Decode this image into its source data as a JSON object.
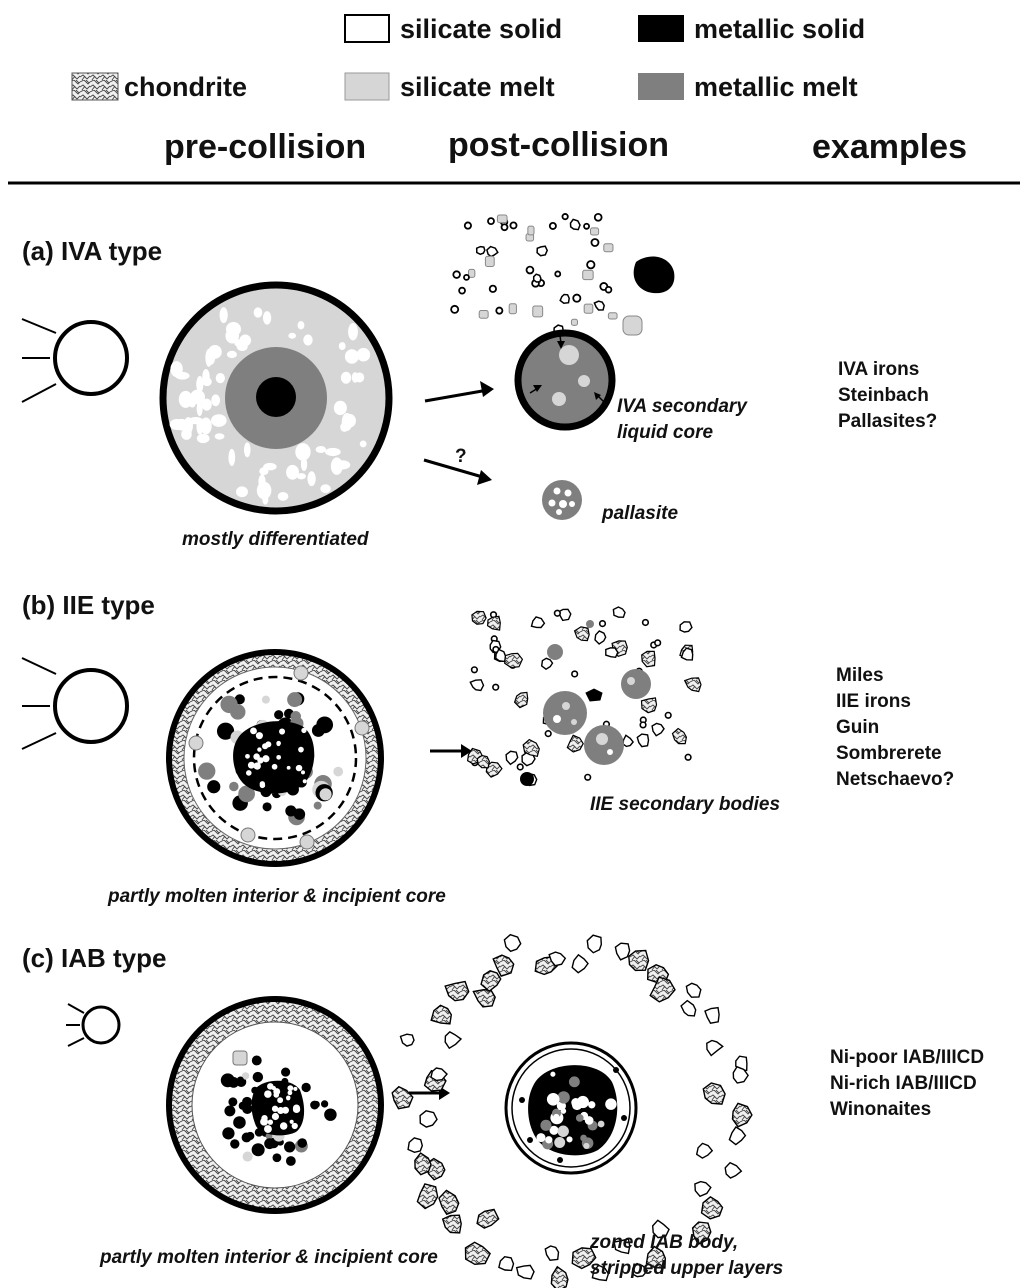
{
  "legend": {
    "silicate_solid": "silicate solid",
    "metallic_solid": "metallic solid",
    "chondrite": "chondrite",
    "silicate_melt": "silicate melt",
    "metallic_melt": "metallic melt"
  },
  "columns": {
    "pre": "pre-collision",
    "post": "post-collision",
    "examples": "examples"
  },
  "colors": {
    "silicate_solid": "#ffffff",
    "silicate_melt": "#d6d6d6",
    "metallic_solid": "#000000",
    "metallic_melt": "#7f7f7f"
  },
  "panels": {
    "a": {
      "title": "(a) IVA type",
      "pre_caption": "mostly differentiated",
      "core_label_1": "IVA secondary",
      "core_label_2": "liquid core",
      "question": "?",
      "pallasite_label": "pallasite",
      "examples": [
        "IVA irons",
        "Steinbach",
        "Pallasites?"
      ]
    },
    "b": {
      "title": "(b) IIE type",
      "pre_caption": "partly molten interior & incipient core",
      "post_caption": "IIE secondary bodies",
      "examples": [
        "Miles",
        "IIE irons",
        "Guin",
        "Sombrerete",
        "Netschaevo?"
      ]
    },
    "c": {
      "title": "(c) IAB type",
      "pre_caption": "partly molten interior & incipient core",
      "post_caption_1": "zoned IAB body,",
      "post_caption_2": "stripped upper layers",
      "examples": [
        "Ni-poor IAB/IIICD",
        "Ni-rich IAB/IIICD",
        "Winonaites"
      ]
    }
  }
}
